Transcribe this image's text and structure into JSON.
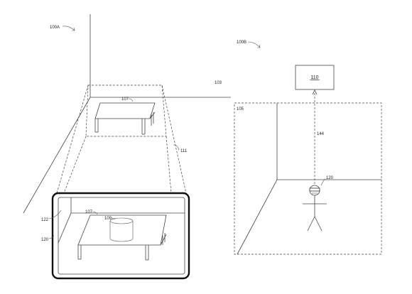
{
  "figure_a": {
    "ref_label": "100A",
    "label_plane": "103",
    "label_table_top": "107",
    "label_frustum": "111",
    "label_screen": "122",
    "label_device": "120",
    "label_table_screen": "107",
    "label_virtual_object": "109"
  },
  "figure_b": {
    "ref_label": "100B",
    "label_room": "105",
    "label_box": "110",
    "label_link": "144",
    "label_user": "120"
  }
}
